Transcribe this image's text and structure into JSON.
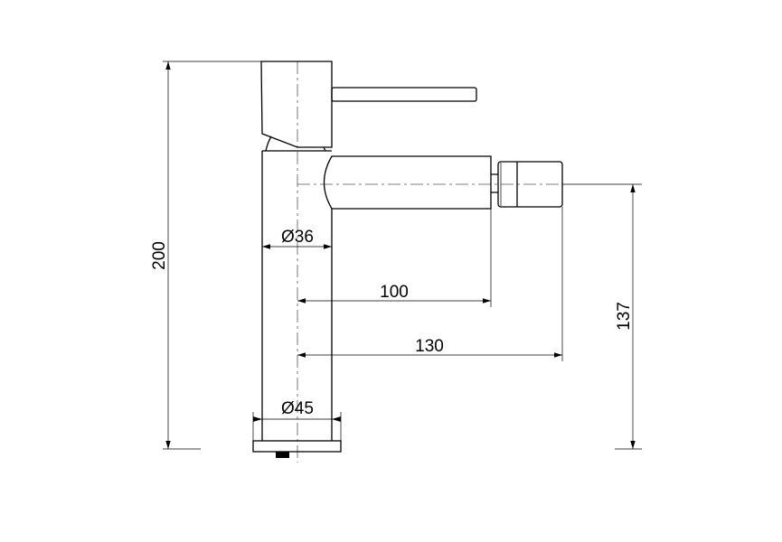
{
  "drawing": {
    "dimensions": {
      "overall_height": "200",
      "spout_height": "137",
      "column_diameter": "Ø36",
      "base_diameter": "Ø45",
      "spout_reach": "100",
      "aerator_reach": "130"
    },
    "line_color": "#000000"
  }
}
